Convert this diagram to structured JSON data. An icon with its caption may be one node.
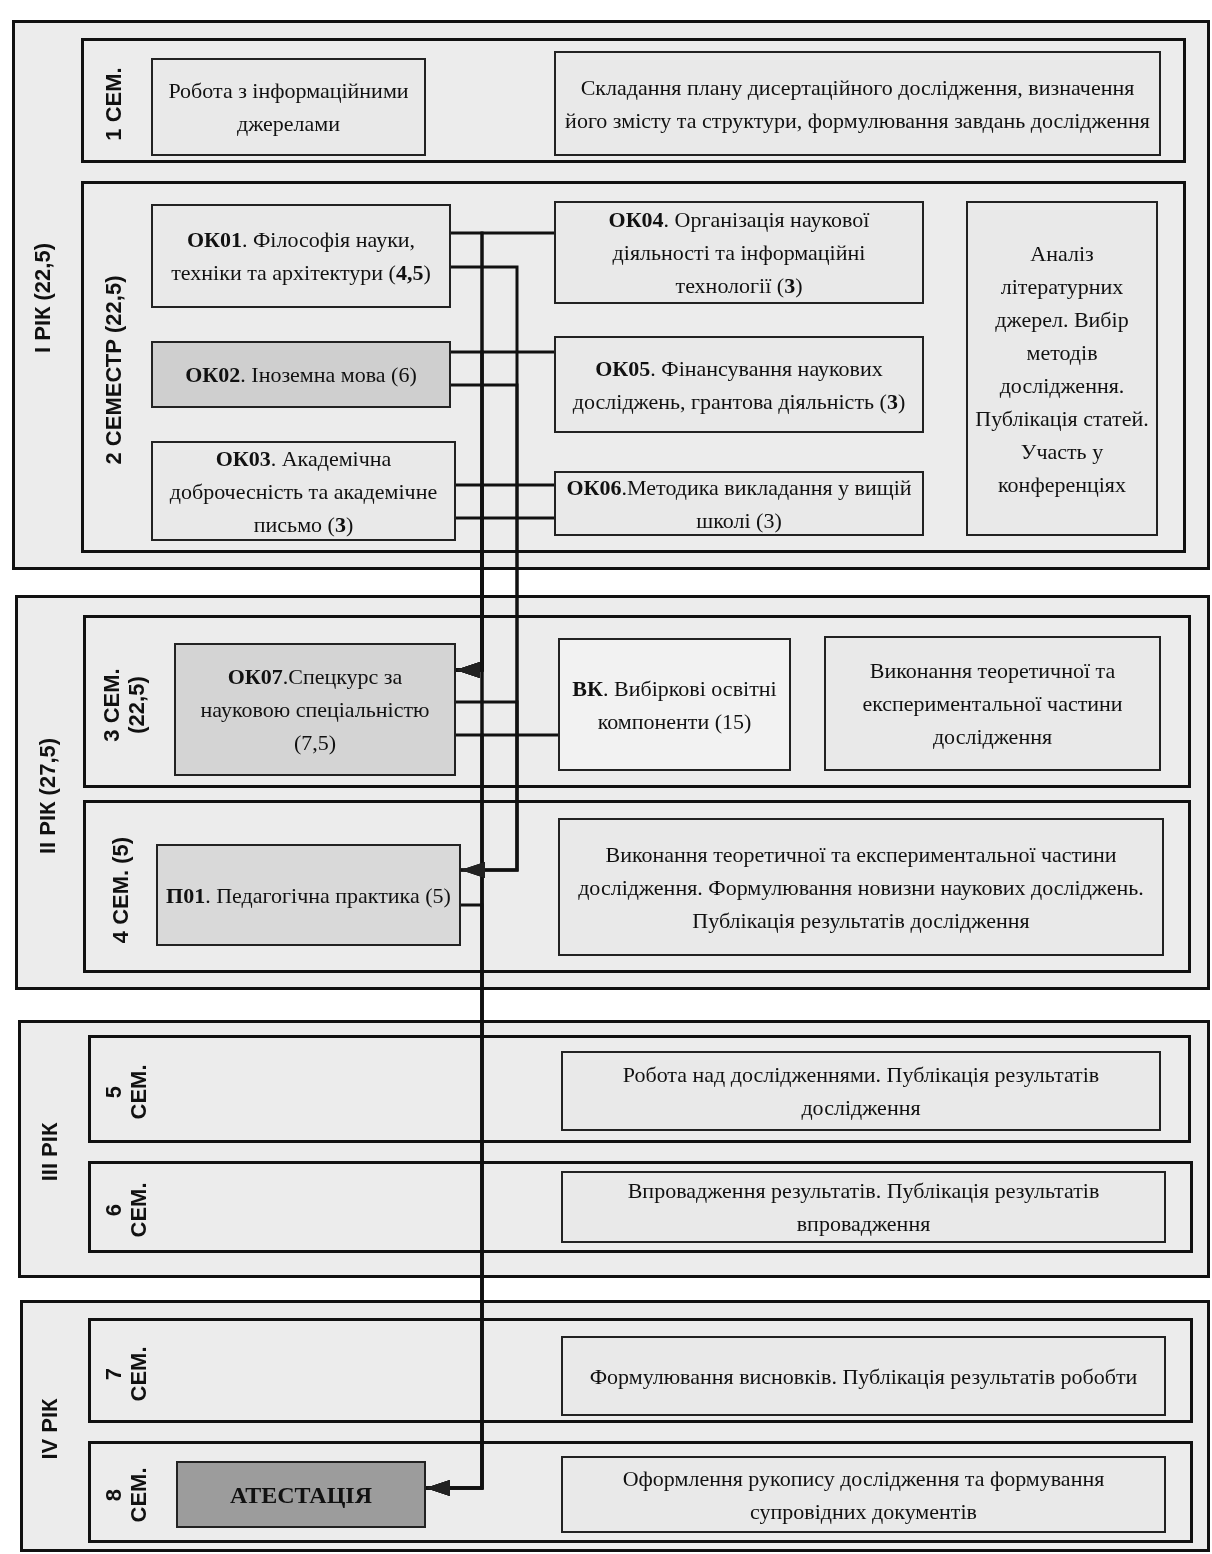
{
  "diagram": {
    "nodes": [
      {
        "text": [
          "I РІК (22,5)"
        ]
      },
      {
        "text": [
          "1 СЕМ."
        ],
        "in": 0
      },
      {
        "text": [
          "Робота з інформаційними джерелами"
        ],
        "in": 1
      },
      {
        "text": [
          "Складання плану дисертаційного дослідження, визначення його змісту та структури, формулювання завдань дослідження"
        ],
        "in": 1
      },
      {
        "text": [
          "2 СЕМЕСТР (22,5)"
        ],
        "in": 0
      },
      {
        "text": [
          "**ОК01**. Філософія науки, техніки та архітектури (**4,5**)"
        ],
        "in": 4
      },
      {
        "text": [
          "**ОК04**. Організація наукової діяльності та інформаційні технології (**3**)"
        ],
        "in": 4
      },
      {
        "text": [
          "Аналіз літературних джерел. Вибір методів дослідження. Публікація статей. Участь у конференціях"
        ],
        "in": 4
      },
      {
        "text": [
          "**ОК02**. Іноземна мова (6)"
        ],
        "in": 4
      },
      {
        "text": [
          "**ОК05**. Фінансування наукових досліджень, грантова діяльність (**3**)"
        ],
        "in": 4
      },
      {
        "text": [
          "**ОК03**. Академічна доброчесність та академічне письмо (**3**)"
        ],
        "in": 4
      },
      {
        "text": [
          "**ОК06**.Методика викладання у вищій школі (3)"
        ],
        "in": 4
      },
      {
        "text": [
          "II РІК (27,5)"
        ]
      },
      {
        "text": [
          "3 СЕМ. (22,5)"
        ],
        "in": 12
      },
      {
        "text": [
          "**ОК07**.Спецкурс за науковою спеціальністю (7,5)"
        ],
        "in": 13
      },
      {
        "text": [
          "**ВК**. Вибіркові освітні компоненти (15)"
        ],
        "in": 13
      },
      {
        "text": [
          "Виконання теоретичної та експериментальної частини дослідження"
        ],
        "in": 13
      },
      {
        "text": [
          "4 СЕМ. (5)"
        ],
        "in": 12
      },
      {
        "text": [
          "**П01**. Педагогічна практика (5)"
        ],
        "in": 17
      },
      {
        "text": [
          "Виконання теоретичної та експериментальної частини дослідження. Формулювання новизни наукових досліджень. Публікація результатів дослідження"
        ],
        "in": 17
      },
      {
        "text": [
          "III РІК"
        ]
      },
      {
        "text": [
          "5 СЕМ."
        ],
        "in": 20
      },
      {
        "text": [
          "Робота над дослідженнями. Публікація результатів дослідження"
        ],
        "in": 21
      },
      {
        "text": [
          "6 СЕМ."
        ],
        "in": 20
      },
      {
        "text": [
          "Впровадження результатів. Публікація результатів впровадження"
        ],
        "in": 23
      },
      {
        "text": [
          "IV РІК"
        ]
      },
      {
        "text": [
          "7 СЕМ."
        ],
        "in": 25
      },
      {
        "text": [
          "Формулювання висновків. Публікація результатів робобти"
        ],
        "in": 26
      },
      {
        "text": [
          "8 СЕМ."
        ],
        "in": 25
      },
      {
        "text": [
          "АТЕСТАЦІЯ"
        ],
        "in": 28
      },
      {
        "text": [
          "Оформлення рукопису дослідження та формування супровідних документів"
        ],
        "in": 28
      }
    ],
    "edges": [
      {
        "from": 5,
        "to": 14,
        "arrow": "to"
      },
      {
        "from": 6,
        "to": 14,
        "arrow": "to"
      },
      {
        "from": 8,
        "to": 14,
        "arrow": "to"
      },
      {
        "from": 9,
        "to": 14,
        "arrow": "to"
      },
      {
        "from": 10,
        "to": 14,
        "arrow": "to"
      },
      {
        "from": 11,
        "to": 14,
        "arrow": "to"
      },
      {
        "from": 10,
        "to": 29,
        "arrow": "to"
      },
      {
        "from": 11,
        "to": 29,
        "arrow": "to"
      },
      {
        "from": 14,
        "to": 29,
        "arrow": "to"
      },
      {
        "from": 15,
        "to": 29,
        "arrow": "to"
      },
      {
        "from": 18,
        "to": 29,
        "arrow": "to"
      },
      {
        "from": 5,
        "to": 18,
        "arrow": "to"
      },
      {
        "from": 8,
        "to": 18,
        "arrow": "to"
      },
      {
        "from": 14,
        "to": 18,
        "arrow": "to"
      }
    ]
  }
}
